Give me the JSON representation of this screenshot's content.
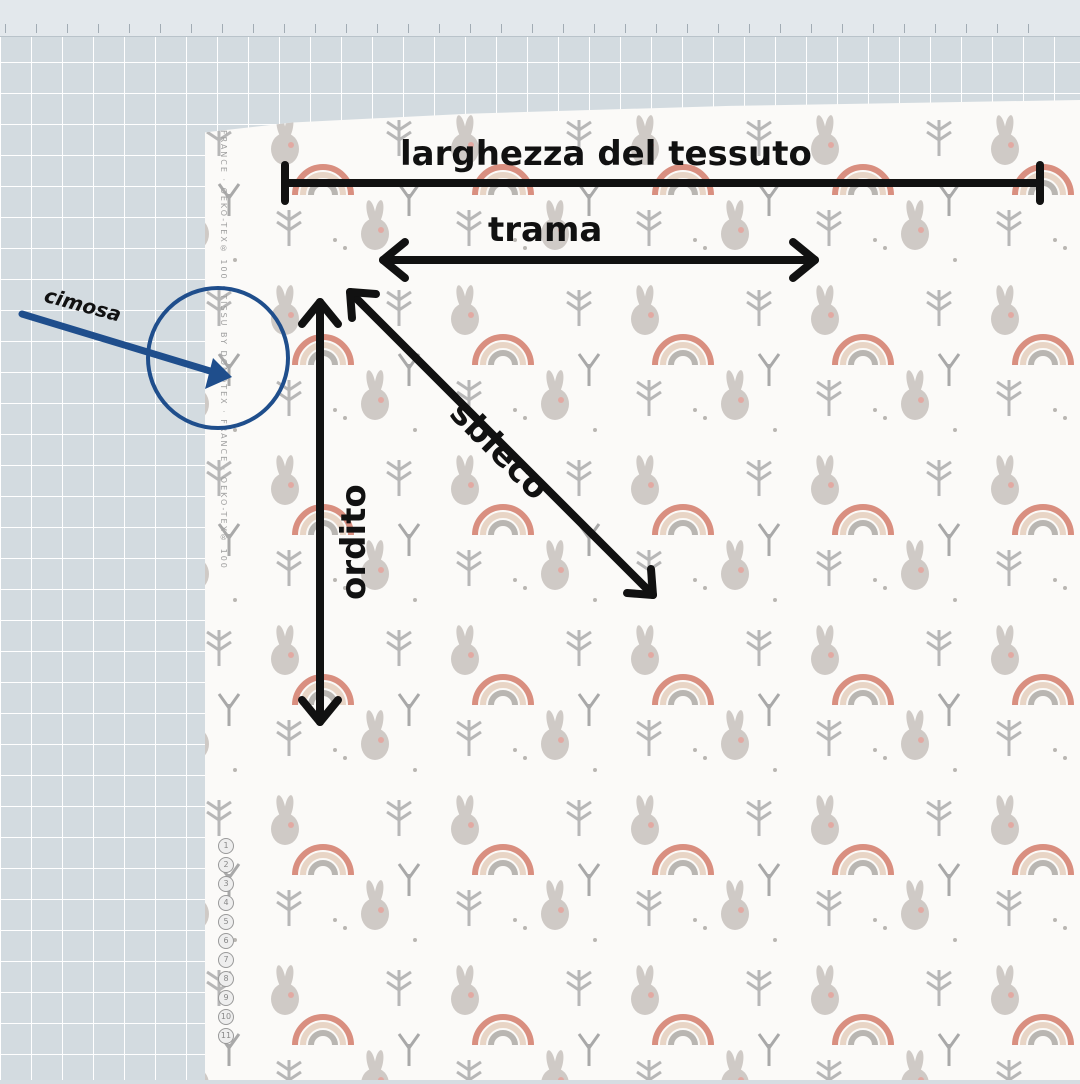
{
  "labels": {
    "fabric_width": "larghezza del tessuto",
    "weft": "trama",
    "bias": "sbieco",
    "warp": "ordito",
    "selvedge": "cimosa"
  },
  "selvedge_print": "FRANCE · OEKO-TEX® 100 · TISSU BY DOMOTEX · FRANCE · OEKO-TEX® 100",
  "color_dots": [
    "1",
    "2",
    "3",
    "4",
    "5",
    "6",
    "7",
    "8",
    "9",
    "10",
    "11"
  ],
  "colors": {
    "arrow": "#111111",
    "selvedge_marker": "#1f4e8c",
    "fabric": "#fbfaf8",
    "mat": "#d3dbe0"
  }
}
